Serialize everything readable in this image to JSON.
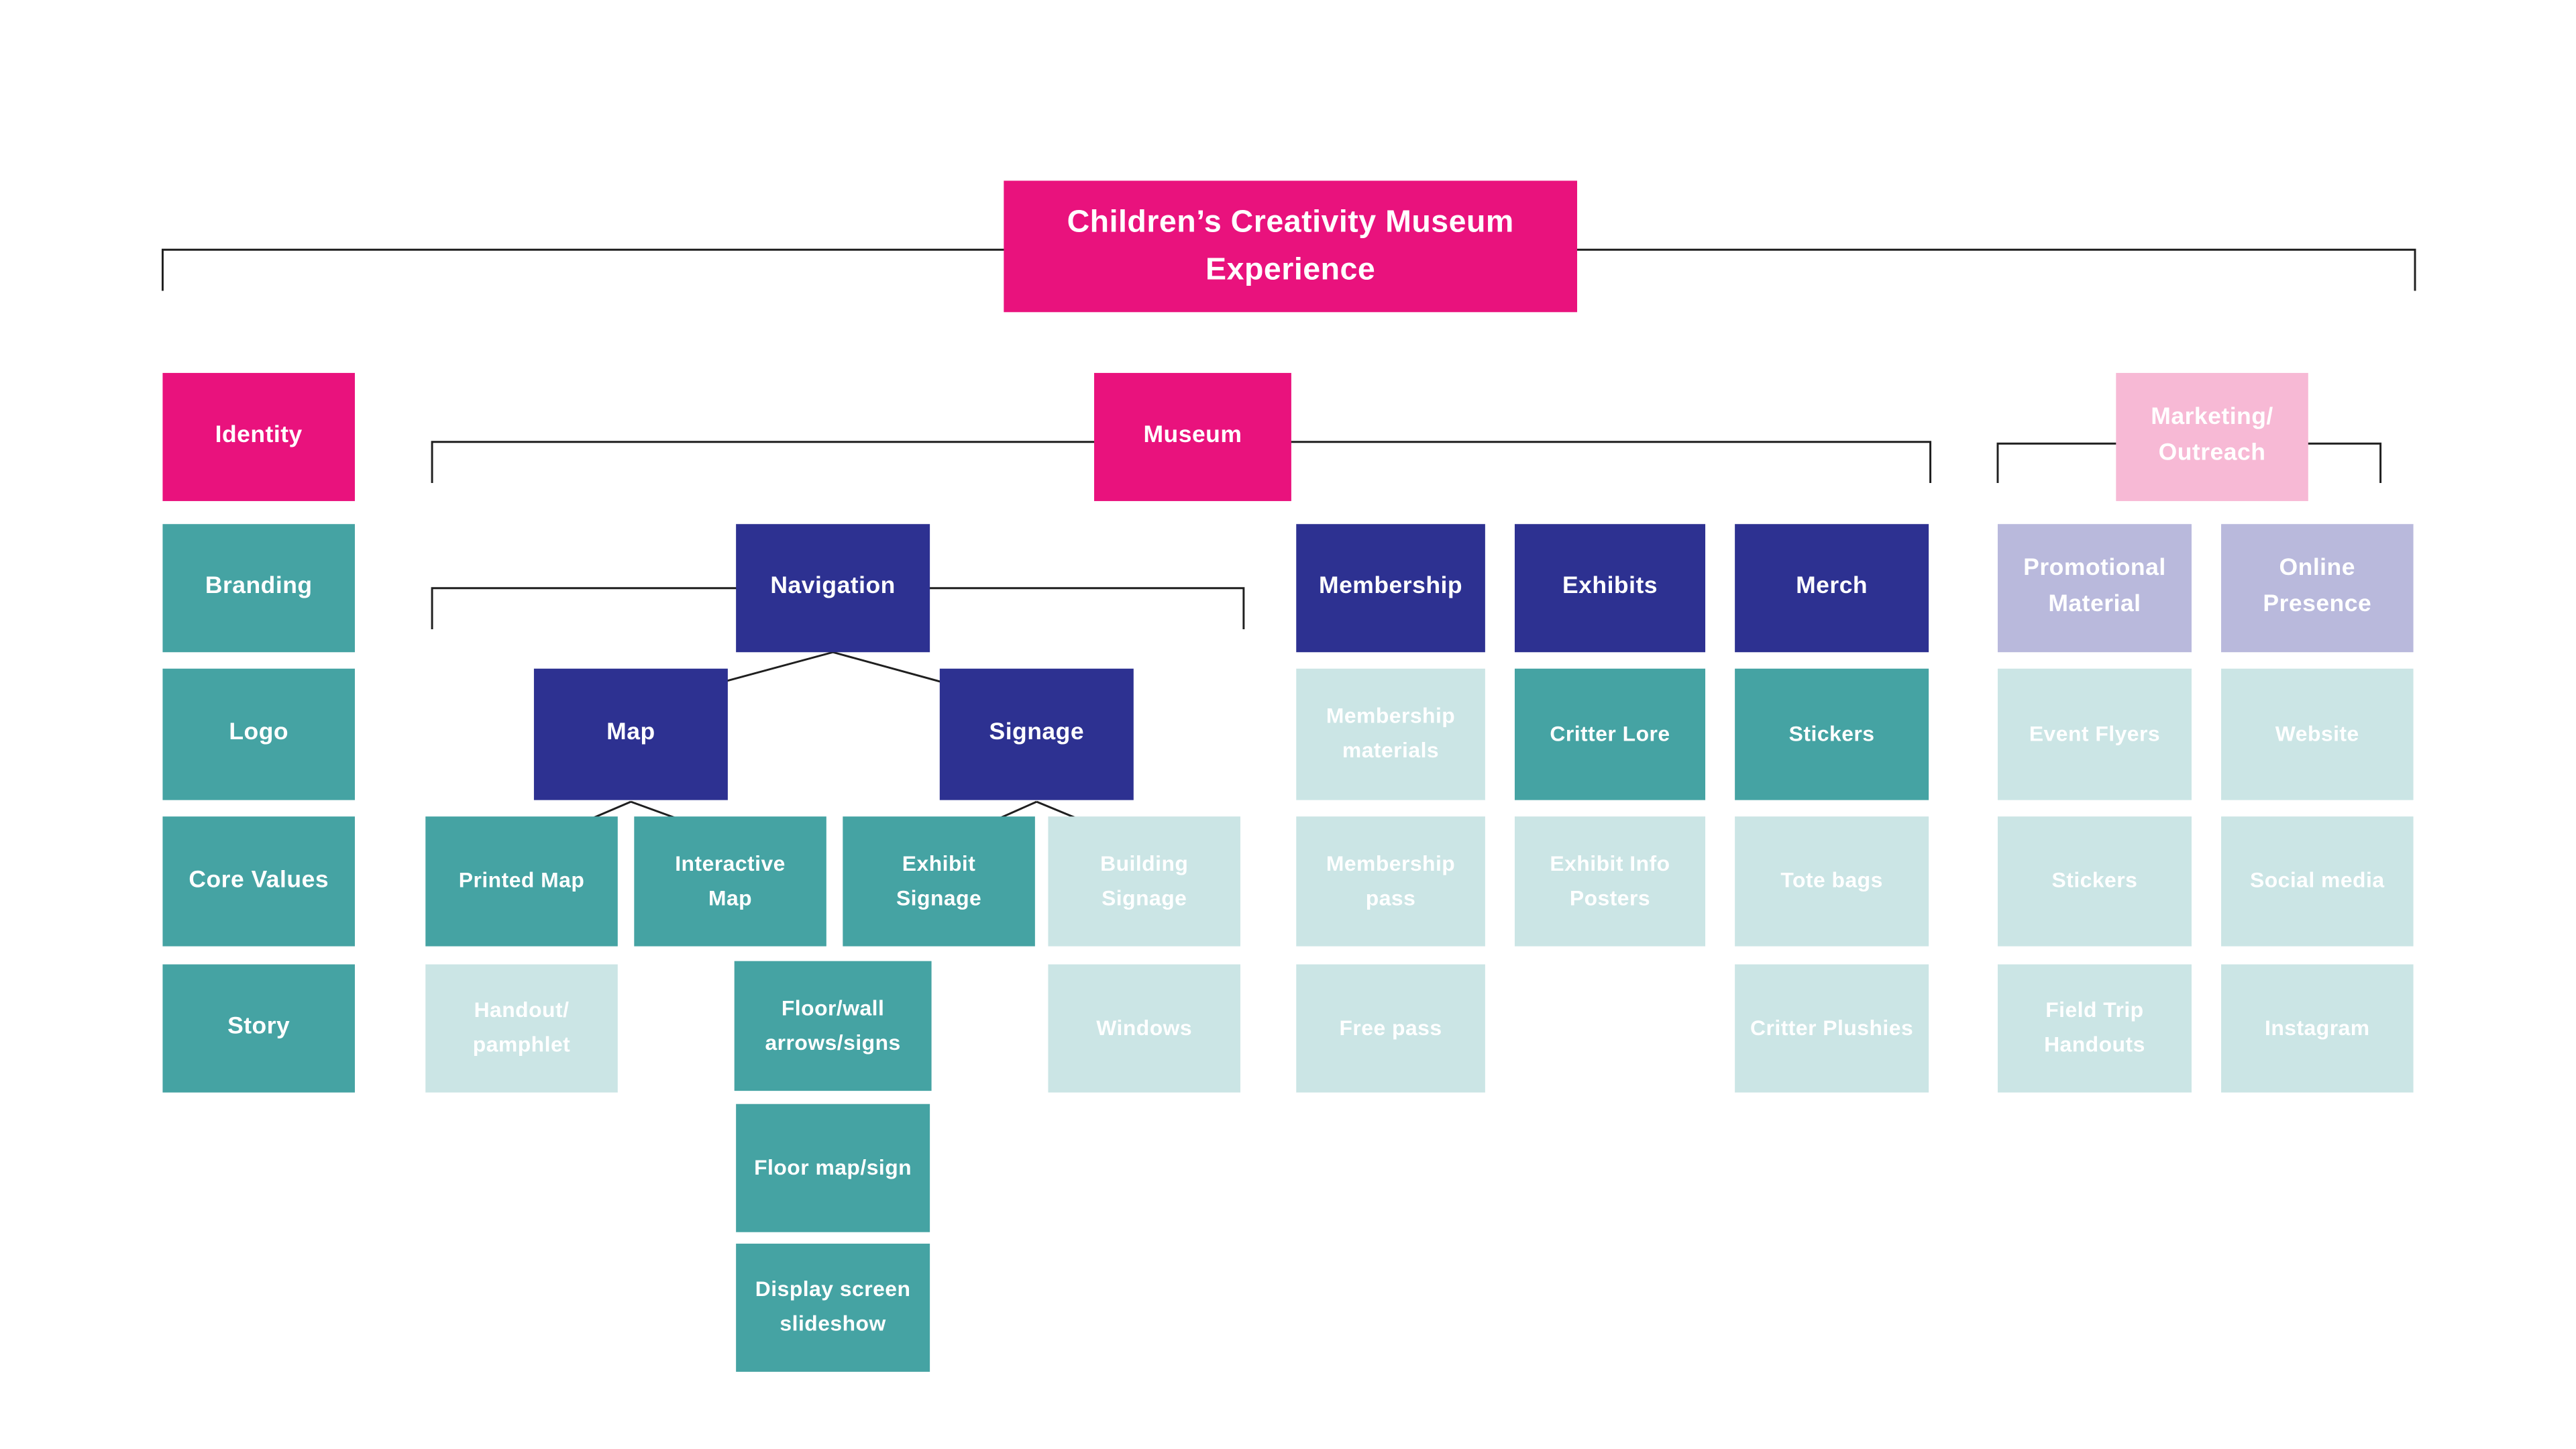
{
  "title": "Children’s Creativity Museum\nExperience",
  "identity": {
    "root": "Identity",
    "children": [
      "Branding",
      "Logo",
      "Core Values",
      "Story"
    ]
  },
  "museum": {
    "root": "Museum",
    "navigation": {
      "label": "Navigation",
      "map": {
        "label": "Map",
        "printed_map": "Printed Map",
        "interactive_map": "Interactive\nMap",
        "handout": "Handout/\npamphlet",
        "floor_wall": "Floor/wall\narrows/signs",
        "floor_map": "Floor map/sign",
        "display_screen": "Display screen\nslideshow"
      },
      "signage": {
        "label": "Signage",
        "exhibit_signage": "Exhibit\nSignage",
        "building_signage": "Building\nSignage",
        "windows": "Windows"
      }
    },
    "membership": {
      "label": "Membership",
      "materials": "Membership\nmaterials",
      "pass": "Membership\npass",
      "free_pass": "Free pass"
    },
    "exhibits": {
      "label": "Exhibits",
      "critter_lore": "Critter Lore",
      "exhibit_info": "Exhibit Info\nPosters"
    },
    "merch": {
      "label": "Merch",
      "stickers": "Stickers",
      "tote_bags": "Tote bags",
      "critter_plushies": "Critter Plushies"
    }
  },
  "marketing": {
    "root": "Marketing/\nOutreach",
    "promotional": {
      "label": "Promotional\nMaterial",
      "event_flyers": "Event Flyers",
      "stickers": "Stickers",
      "field_trip": "Field Trip\nHandouts"
    },
    "online": {
      "label": "Online\nPresence",
      "website": "Website",
      "social_media": "Social media",
      "instagram": "Instagram"
    }
  },
  "palette": {
    "magenta": "#E9127D",
    "light_pink": "#F7B9D5",
    "indigo": "#2D3191",
    "teal": "#45A3A3",
    "light_teal": "#CBE5E5",
    "lavender": "#B9B9DC",
    "line": "#1F1F1F",
    "text": "#FFFFFF"
  }
}
